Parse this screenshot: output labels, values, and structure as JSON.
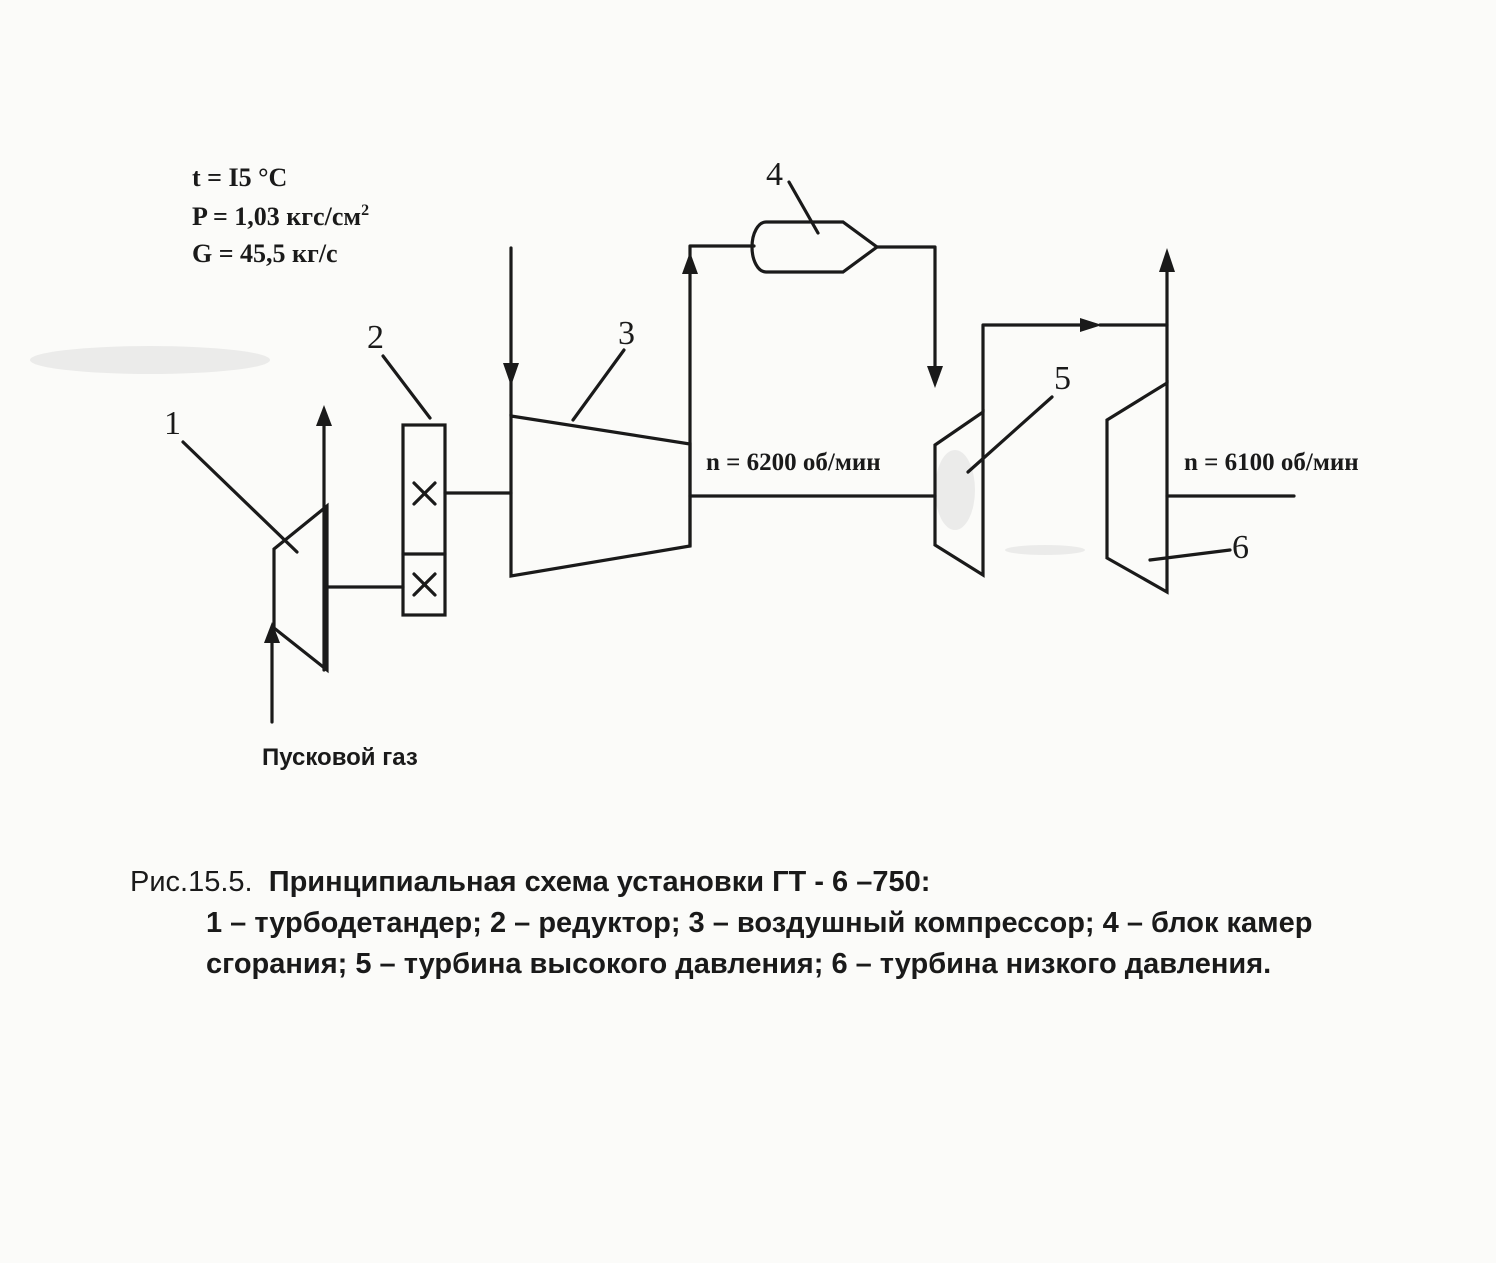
{
  "conditions": {
    "temperature": "t = I5 °C",
    "pressure": "P = 1,03 кгс/см",
    "pressure_sup": "2",
    "flow": "G = 45,5 кг/с"
  },
  "labels": {
    "l1": "1",
    "l2": "2",
    "l3": "3",
    "l4": "4",
    "l5": "5",
    "l6": "6"
  },
  "speeds": {
    "hp_shaft": "n = 6200 об/мин",
    "lp_shaft": "n = 6100 об/мин"
  },
  "start_gas": "Пусковой газ",
  "caption": {
    "fig_number": "Рис.15.5.",
    "title": "Принципиальная схема установки ГТ -  6 –750:",
    "line1": "1 – турбодетандер; 2 – редуктор; 3 – воздушный компрессор; 4 – блок камер",
    "line2": "сгорания; 5 – турбина высокого давления; 6 – турбина низкого давления."
  },
  "colors": {
    "ink": "#1a1a1a",
    "paper": "#fbfbf9"
  }
}
